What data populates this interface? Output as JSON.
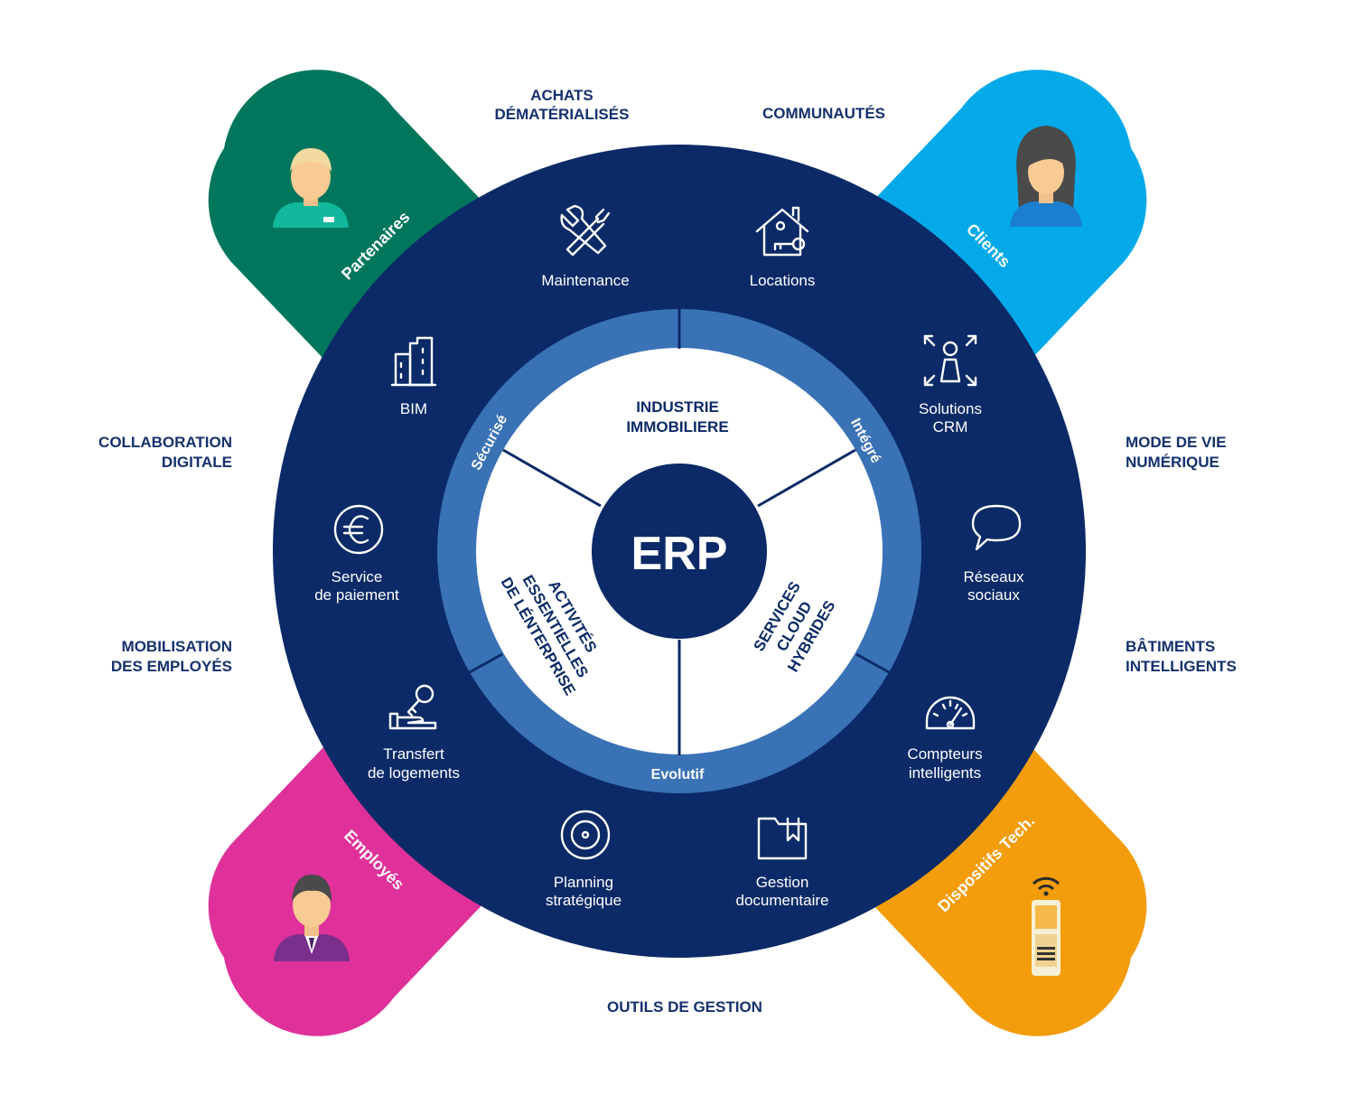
{
  "colors": {
    "navy": "#0b2a67",
    "ring_blue": "#3a72b6",
    "partenaires": "#00765c",
    "clients": "#03a9e8",
    "employes": "#e0309a",
    "dispositifs": "#f39c0c",
    "outer_text": "#14306e"
  },
  "center": {
    "title": "ERP"
  },
  "segments": [
    {
      "lines": [
        "INDUSTRIE",
        "IMMOBILIERE"
      ]
    },
    {
      "lines": [
        "SERVICES",
        "CLOUD",
        "HYBRIDES"
      ]
    },
    {
      "lines": [
        "ACTIVITÉS",
        "ESSENTIELLES",
        "DE LÉNTERPRISE"
      ]
    }
  ],
  "ring_labels": {
    "top_left": "Sécurisé",
    "top_right": "Intégré",
    "bottom": "Evolutif"
  },
  "modules": [
    {
      "icon": "tools-icon",
      "lines": [
        "Maintenance"
      ]
    },
    {
      "icon": "house-key-icon",
      "lines": [
        "Locations"
      ]
    },
    {
      "icon": "crm-icon",
      "lines": [
        "Solutions",
        "CRM"
      ]
    },
    {
      "icon": "speech-bubble-icon",
      "lines": [
        "Réseaux",
        "sociaux"
      ]
    },
    {
      "icon": "gauge-icon",
      "lines": [
        "Compteurs",
        "intelligents"
      ]
    },
    {
      "icon": "folder-icon",
      "lines": [
        "Gestion",
        "documentaire"
      ]
    },
    {
      "icon": "target-icon",
      "lines": [
        "Planning",
        "stratégique"
      ]
    },
    {
      "icon": "key-hand-icon",
      "lines": [
        "Transfert",
        "de logements"
      ]
    },
    {
      "icon": "euro-icon",
      "lines": [
        "Service",
        "de paiement"
      ]
    },
    {
      "icon": "buildings-icon",
      "lines": [
        "BIM"
      ]
    }
  ],
  "petals": [
    {
      "label": "Partenaires",
      "icon": "partner-avatar-icon"
    },
    {
      "label": "Clients",
      "icon": "client-avatar-icon"
    },
    {
      "label": "Employés",
      "icon": "employee-avatar-icon"
    },
    {
      "label": "Dispositifs Tech.",
      "icon": "device-icon"
    }
  ],
  "outer_labels": [
    {
      "lines": [
        "ACHATS",
        "DÉMATÉRIALISÉS"
      ]
    },
    {
      "lines": [
        "COMMUNAUTÉS"
      ]
    },
    {
      "lines": [
        "COLLABORATION",
        "DIGITALE"
      ]
    },
    {
      "lines": [
        "MODE DE VIE",
        "NUMÉRIQUE"
      ]
    },
    {
      "lines": [
        "MOBILISATION",
        "DES EMPLOYÉS"
      ]
    },
    {
      "lines": [
        "BÂTIMENTS",
        "INTELLIGENTS"
      ]
    },
    {
      "lines": [
        "OUTILS DE GESTION"
      ]
    }
  ]
}
